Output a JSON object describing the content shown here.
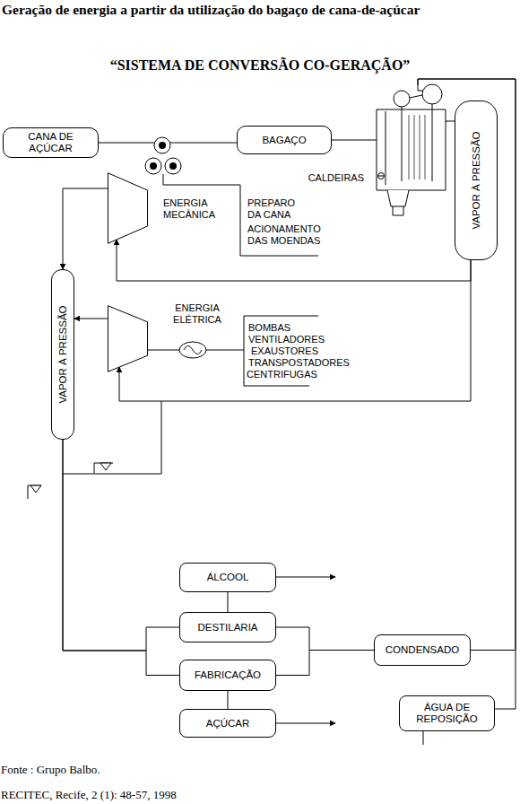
{
  "diagram": {
    "title": "Geração de energia a partir da utilização do bagaço de cana-de-açúcar",
    "caption": "Fonte : Grupo Balbo.",
    "nodes": [
      {
        "text": [
          "CANA DE AÇÚCAR"
        ]
      },
      {
        "text": [
          "BAGAÇO"
        ]
      },
      {
        "text": [
          "CALDEIRAS"
        ]
      },
      {
        "text": [
          "VAPOR À PRESSÃO"
        ]
      },
      {
        "text": [
          "ENERGIA MECÂNICA"
        ]
      },
      {
        "text": [
          "ENERGIA ELÉTRICA"
        ]
      },
      {
        "text": [
          "VAPOR À PRESSÃO"
        ]
      },
      {
        "text": [
          "ÁLCOOL"
        ]
      },
      {
        "text": [
          "DESTILARIA"
        ]
      },
      {
        "text": [
          "FABRICAÇÃO"
        ]
      },
      {
        "text": [
          "AÇÚCAR"
        ]
      },
      {
        "text": [
          "CONDENSADO"
        ]
      },
      {
        "text": [
          "ÁGUA DE REPOSIÇÃO"
        ]
      }
    ],
    "edges": [
      {
        "from": 0,
        "to": 1,
        "arrow": "none"
      },
      {
        "from": 1,
        "to": 2,
        "arrow": "none"
      },
      {
        "from": 2,
        "to": 3,
        "arrow": "none"
      },
      {
        "from": 3,
        "to": 4,
        "arrow": "to"
      },
      {
        "from": 3,
        "to": 5,
        "arrow": "to"
      },
      {
        "from": 4,
        "to": 6,
        "arrow": "to"
      },
      {
        "from": 5,
        "to": 6,
        "arrow": "to"
      },
      {
        "from": 6,
        "to": 8,
        "arrow": "none"
      },
      {
        "from": 6,
        "to": 9,
        "arrow": "none"
      },
      {
        "from": 8,
        "to": 7,
        "arrow": "none"
      },
      {
        "from": 9,
        "to": 10,
        "arrow": "none"
      },
      {
        "from": 8,
        "to": 11,
        "arrow": "none"
      },
      {
        "from": 9,
        "to": 11,
        "arrow": "none"
      },
      {
        "from": 11,
        "to": 2,
        "arrow": "none"
      },
      {
        "from": 12,
        "to": 2,
        "arrow": "none"
      }
    ],
    "labels": [
      "“SISTEMA DE CONVERSÃO CO-GERAÇÃO”",
      "PREPARO DA CANA",
      "ACIONAMENTO DAS MOENDAS",
      "BOMBAS",
      "VENTILADORES",
      "EXAUSTORES",
      "TRANSPOSTADORES",
      "CENTRIFUGAS",
      "RECITEC, Recife, 2 (1): 48-57, 1998"
    ]
  }
}
